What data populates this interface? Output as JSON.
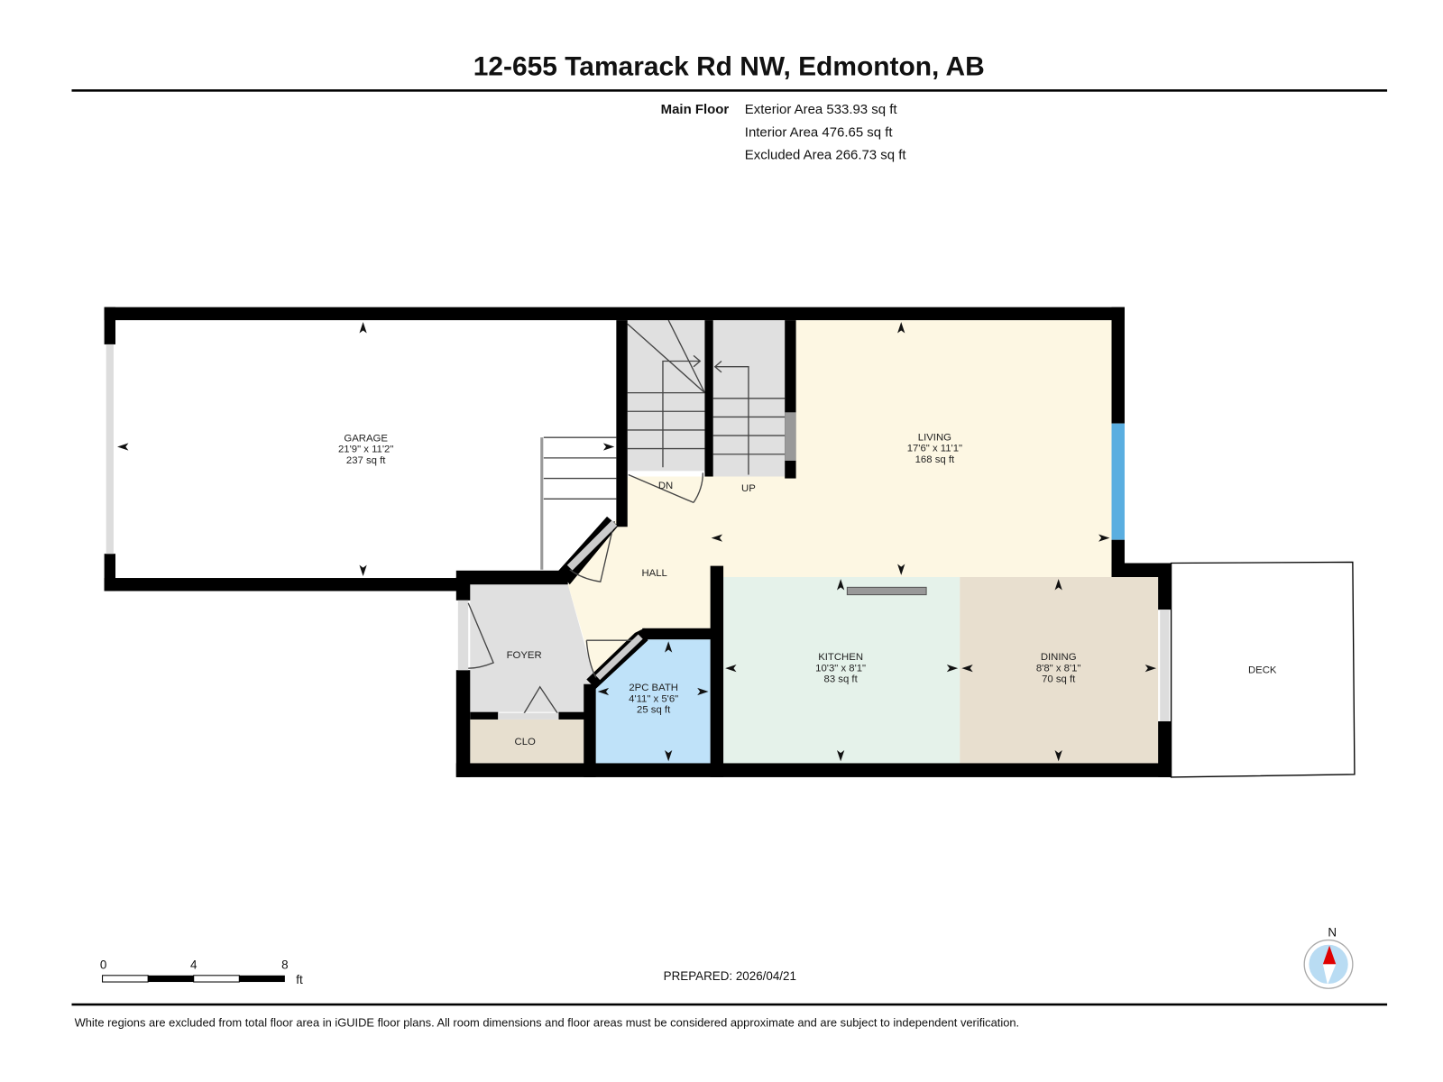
{
  "header": {
    "title": "12-655 Tamarack Rd NW, Edmonton, AB",
    "floor_label": "Main Floor",
    "areas": [
      "Exterior Area 533.93 sq ft",
      "Interior Area 476.65 sq ft",
      "Excluded Area 266.73 sq ft"
    ]
  },
  "rooms": {
    "garage": {
      "name": "GARAGE",
      "dims": "21'9\" x 11'2\"",
      "area": "237 sq ft"
    },
    "living": {
      "name": "LIVING",
      "dims": "17'6\" x 11'1\"",
      "area": "168 sq ft"
    },
    "kitchen": {
      "name": "KITCHEN",
      "dims": "10'3\" x 8'1\"",
      "area": "83 sq ft"
    },
    "dining": {
      "name": "DINING",
      "dims": "8'8\" x 8'1\"",
      "area": "70 sq ft"
    },
    "bath": {
      "name": "2PC BATH",
      "dims": "4'11\" x 5'6\"",
      "area": "25 sq ft"
    },
    "hall": {
      "name": "HALL"
    },
    "foyer": {
      "name": "FOYER"
    },
    "closet": {
      "name": "CLO"
    },
    "deck": {
      "name": "DECK"
    },
    "stairs_down": "DN",
    "stairs_up": "UP"
  },
  "colors": {
    "living_hall": "#fdf7e3",
    "kitchen": "#e5f2ea",
    "dining": "#e8dfcf",
    "bath": "#bfe2f9",
    "foyer_stairs": "#e0e0e0",
    "closet": "#e7dfcf",
    "window_blue": "#5aaee0",
    "compass_red": "#e00000",
    "compass_blue": "#b9dcf3"
  },
  "scale_bar": {
    "ticks": [
      "0",
      "4",
      "8"
    ],
    "unit": "ft"
  },
  "prepared": "PREPARED: 2026/04/21",
  "compass": {
    "label": "N",
    "icon": "north-arrow-compass-icon"
  },
  "footer": "White regions are excluded from total floor area in iGUIDE floor plans. All room dimensions and floor areas must be considered approximate and are subject to independent verification."
}
